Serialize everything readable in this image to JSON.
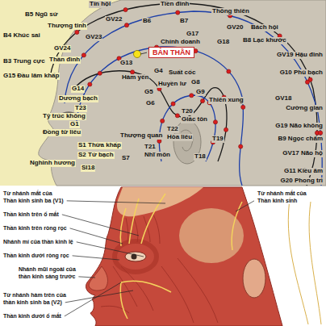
{
  "diagram": {
    "nodes": [
      {
        "text": [
          "BẢN THẦN"
        ]
      }
    ],
    "labels": [
      "Tín hội",
      "Tiền đỉnh",
      "B5 Ngũ sứ",
      "GV22",
      "B6",
      "B7",
      "Thông thiên",
      "GV20",
      "Bách hội",
      "Thượng tinh",
      "B4 Khúc sai",
      "GV23",
      "G17",
      "Chính doanh",
      "G18",
      "B8 Lạc khước",
      "GV24",
      "GV19 Hậu đỉnh",
      "B3 Trung cực",
      "Thần đình",
      "G13",
      "G4",
      "Suất cốc",
      "G10 Phù bạch",
      "G15 Đầu lâm khấp",
      "Hàm yến",
      "Huyền lư",
      "G8",
      "G14",
      "G9",
      "G5",
      "Dương bạch",
      "GV18",
      "Thiên xung",
      "G6",
      "Cường gian",
      "T23",
      "T20",
      "Tỷ trúc không",
      "Giác tôn",
      "G1",
      "G19 Não không",
      "T22",
      "Đồng tử liêu",
      "Thượng quan",
      "Hòa liêu",
      "B9 Ngọc chẩm",
      "T19",
      "S1 Thừa khấp",
      "T21",
      "GV17 Não hộ",
      "Nhĩ môn",
      "S2 Tứ bạch",
      "T18",
      "S7",
      "Nghinh hương",
      "SI18",
      "G11 Kiều âm",
      "G20 Phong trì",
      "Từ nhánh mắt của",
      "Thần kinh sinh ba (V1)",
      "Thần kinh trên ổ mắt",
      "Thần kinh trên ròng rọc",
      "Nhánh mí của thần kinh lệ",
      "Thần kinh dưới ròng rọc",
      "Nhánh mũi ngoài của",
      "thần kinh sàng trước",
      "Từ nhánh hàm trên của",
      "thần kinh sinh ba (V2)",
      "Thần kinh dưới ổ mắt",
      "Từ nhánh mắt của",
      "Thần kinh sinh"
    ]
  }
}
